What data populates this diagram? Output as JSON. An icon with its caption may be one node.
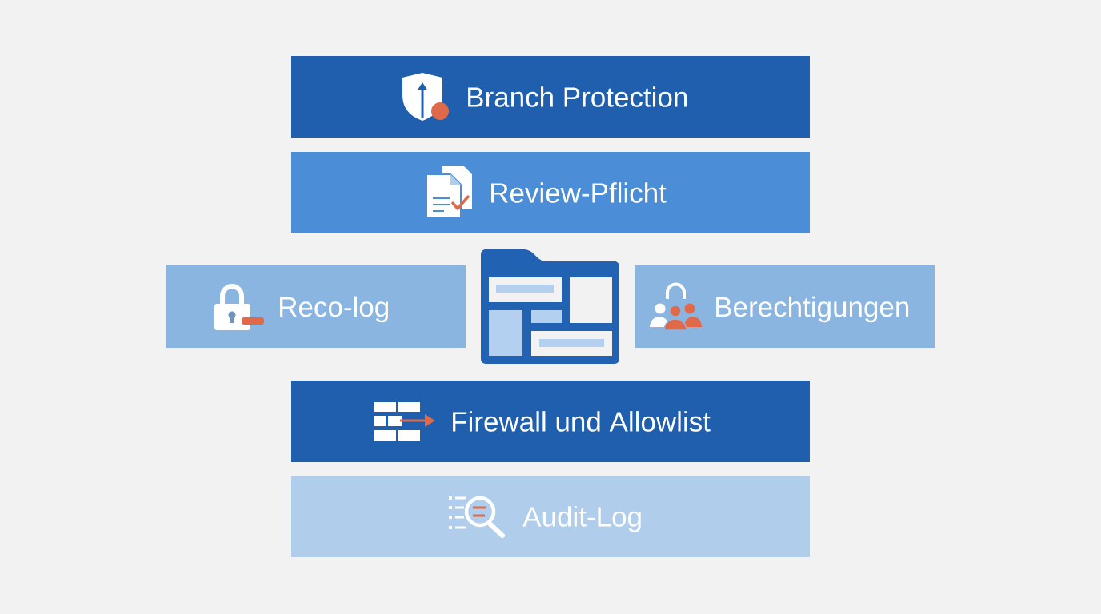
{
  "diagram": {
    "nodes": [
      {
        "text": [
          "Branch Protection"
        ]
      },
      {
        "text": [
          "Review-Pflicht"
        ]
      },
      {
        "text": [
          "Reco-log"
        ]
      },
      {
        "text": [
          "Berechtigungen"
        ]
      },
      {
        "text": [
          "Firewall und Allowlist"
        ]
      },
      {
        "text": [
          "Audit-Log"
        ]
      }
    ]
  }
}
